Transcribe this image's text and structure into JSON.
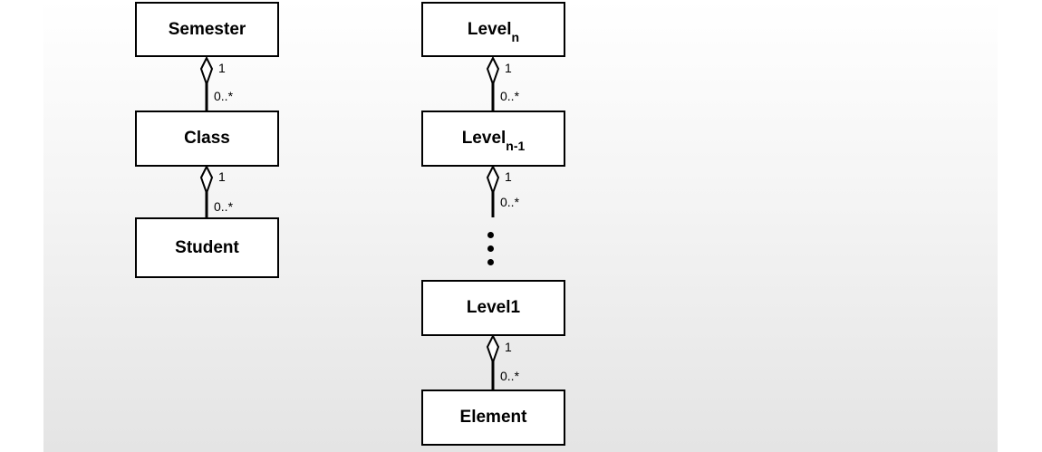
{
  "left_hierarchy": {
    "semester": "Semester",
    "class": "Class",
    "student": "Student",
    "semester_class": {
      "one": "1",
      "many": "0..*"
    },
    "class_student": {
      "one": "1",
      "many": "0..*"
    }
  },
  "right_hierarchy": {
    "level_n": {
      "base": "Level",
      "sub": "n"
    },
    "level_n_minus_1": {
      "base": "Level",
      "sub": "n-1"
    },
    "level1": "Level1",
    "element": "Element",
    "ln_ln1": {
      "one": "1",
      "many": "0..*"
    },
    "ln1_next": {
      "one": "1",
      "many": "0..*"
    },
    "l1_element": {
      "one": "1",
      "many": "0..*"
    }
  }
}
